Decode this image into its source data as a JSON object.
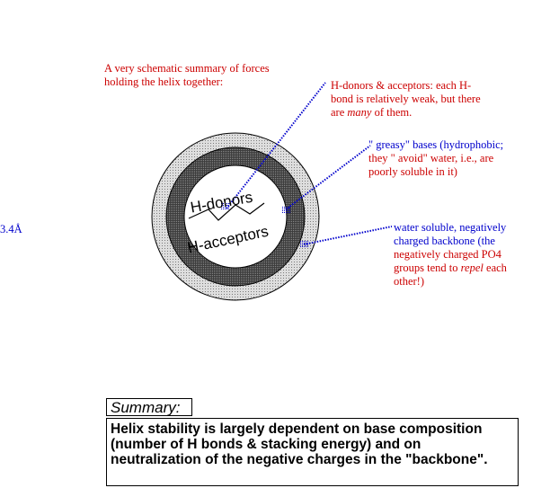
{
  "intro_text": {
    "line1": "A very schematic summary of forces",
    "line2": "holding the helix together:"
  },
  "hbond_note": {
    "line1": "H-donors & acceptors:  each H-",
    "line2": "bond is relatively weak, but there",
    "line3_pre": "are ",
    "line3_em": "many",
    "line3_post": " of them."
  },
  "greasy_note": {
    "line1": "\" greasy\"  bases  (hydrophobic;",
    "line2": "they \" avoid\"  water, i.e., are",
    "line3": "poorly soluble in it)"
  },
  "backbone_note": {
    "line1": "water soluble, negatively",
    "line2": "charged  backbone (the",
    "line3": "negatively charged PO4",
    "line4_pre": "groups tend to ",
    "line4_em": "repel",
    "line4_post": " each",
    "line5": "other!)"
  },
  "core_labels": {
    "donors": "H-donors",
    "acceptors": "H-acceptors"
  },
  "side_label": "3.4Å",
  "summary": {
    "title": "Summary:",
    "text": "Helix stability is largely dependent on base composition (number of H bonds & stacking energy) and on neutralization of the negative charges in the \"backbone\"."
  },
  "colors": {
    "red_text": "#cc0000",
    "blue_text": "#0000cc",
    "outer_ring": "#c8c8c8",
    "middle_ring": "#555555",
    "core": "#ffffff"
  }
}
